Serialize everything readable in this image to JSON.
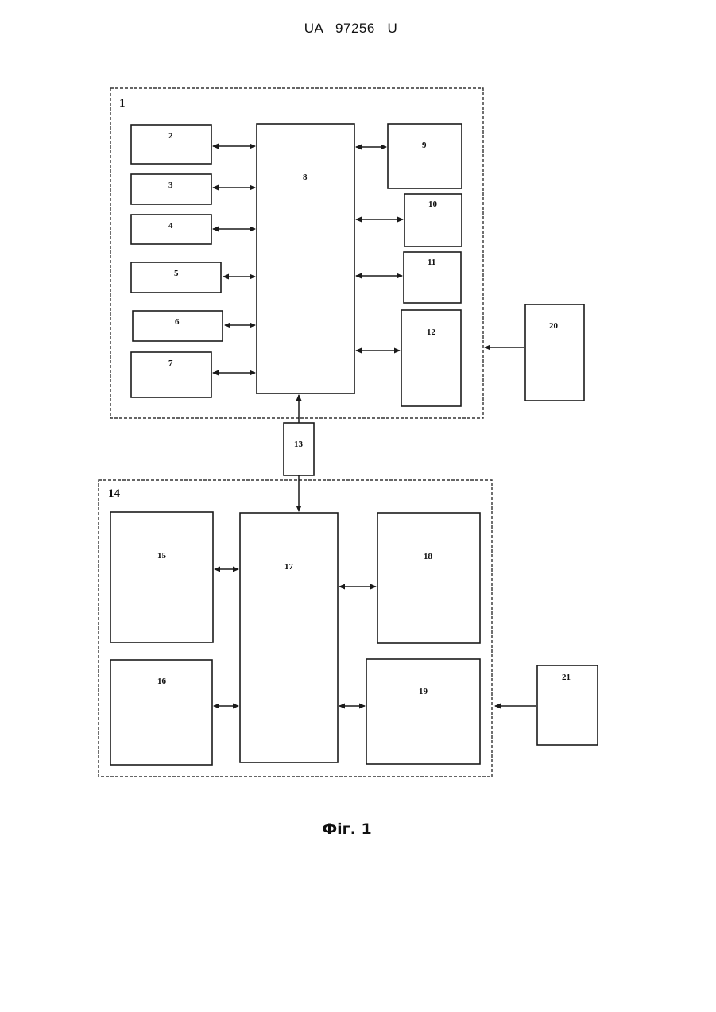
{
  "header": {
    "publication": "UA   97256   U"
  },
  "caption": "Фіг. 1",
  "groups": {
    "g1": "1",
    "g14": "14"
  },
  "blocks": {
    "b2": "2",
    "b3": "3",
    "b4": "4",
    "b5": "5",
    "b6": "6",
    "b7": "7",
    "b8": "8",
    "b9": "9",
    "b10": "10",
    "b11": "11",
    "b12": "12",
    "b13": "13",
    "b15": "15",
    "b16": "16",
    "b17": "17",
    "b18": "18",
    "b19": "19",
    "b20": "20",
    "b21": "21"
  }
}
